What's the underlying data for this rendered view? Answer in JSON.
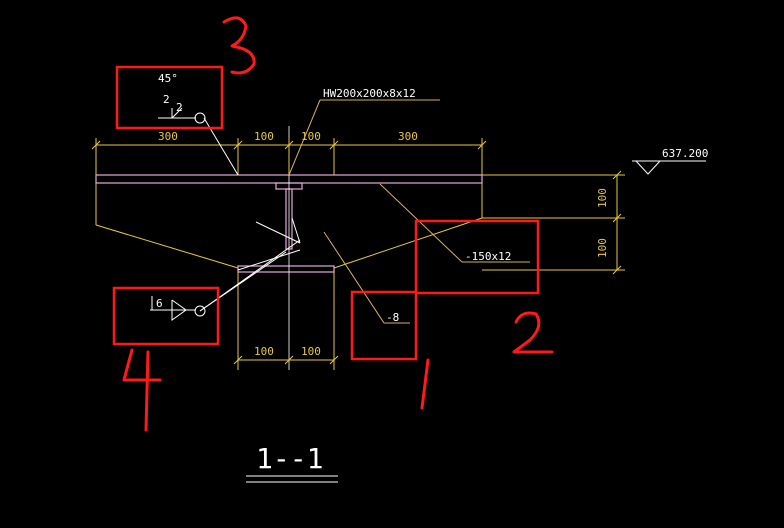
{
  "drawing": {
    "member_label": "HW200x200x8x12",
    "elevation": "637.200",
    "section_title": "1--1"
  },
  "dimensions": {
    "top": [
      "300",
      "100",
      "100",
      "300"
    ],
    "bottom": [
      "100",
      "100"
    ],
    "right": [
      "100",
      "100"
    ]
  },
  "callouts": {
    "rib": "-8",
    "flange_plate": "-150x12"
  },
  "weld_symbols": {
    "top": {
      "angle": "45°",
      "size_left": "2",
      "size_right": "2"
    },
    "bottom": {
      "size": "6"
    }
  },
  "annotations": {
    "mark1": "1",
    "mark2": "2",
    "mark3": "3",
    "mark4": "4"
  },
  "colors": {
    "background": "#000000",
    "dimension": "#e8c840",
    "steel": "#e6a8e0",
    "line": "#ffffff",
    "text": "#ffffff",
    "markup": "#ff1a1a",
    "leader": "#d8b060"
  }
}
